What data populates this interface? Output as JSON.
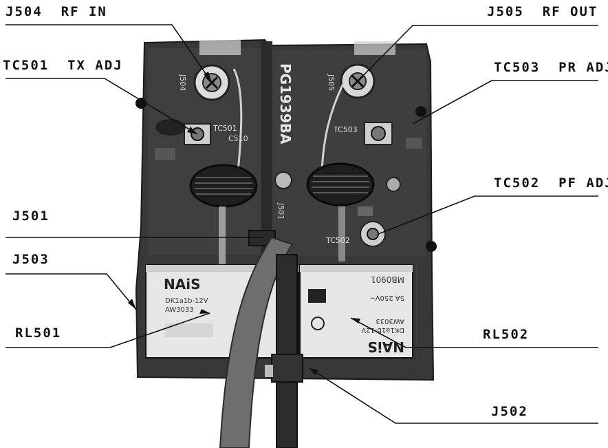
{
  "callouts": {
    "j504": "J504  RF IN",
    "j505": "J505  RF OUT",
    "tc501": "TC501  TX ADJ",
    "tc503": "TC503  PR ADJ",
    "tc502": "TC502  PF ADJ",
    "j501": "J501",
    "j503": "J503",
    "rl501": "RL501",
    "rl502": "RL502",
    "j502": "J502"
  },
  "board_markings": {
    "brand": "PG1939BA",
    "j504_silk": "J504",
    "j505_silk": "J505",
    "tc501_silk": "TC501",
    "c510_silk": "C510",
    "tc503_silk": "TC503",
    "tc502_silk": "TC502",
    "j501_silk": "J501",
    "relay_left_brand": "NAiS",
    "relay_left_model": "DK1a1b-12V",
    "relay_left_code": "AW3033",
    "relay_right_brand": "NAiS",
    "relay_right_model": "DK1a1b-12V",
    "relay_right_code": "AW3033",
    "relay_right_rating": "5A 250V~",
    "relay_right_serial": "MB0901"
  },
  "colors": {
    "board": "#3a3a3a",
    "relay": "#e8e8e8",
    "cable": "#6e6e6e",
    "ink": "#111111"
  }
}
